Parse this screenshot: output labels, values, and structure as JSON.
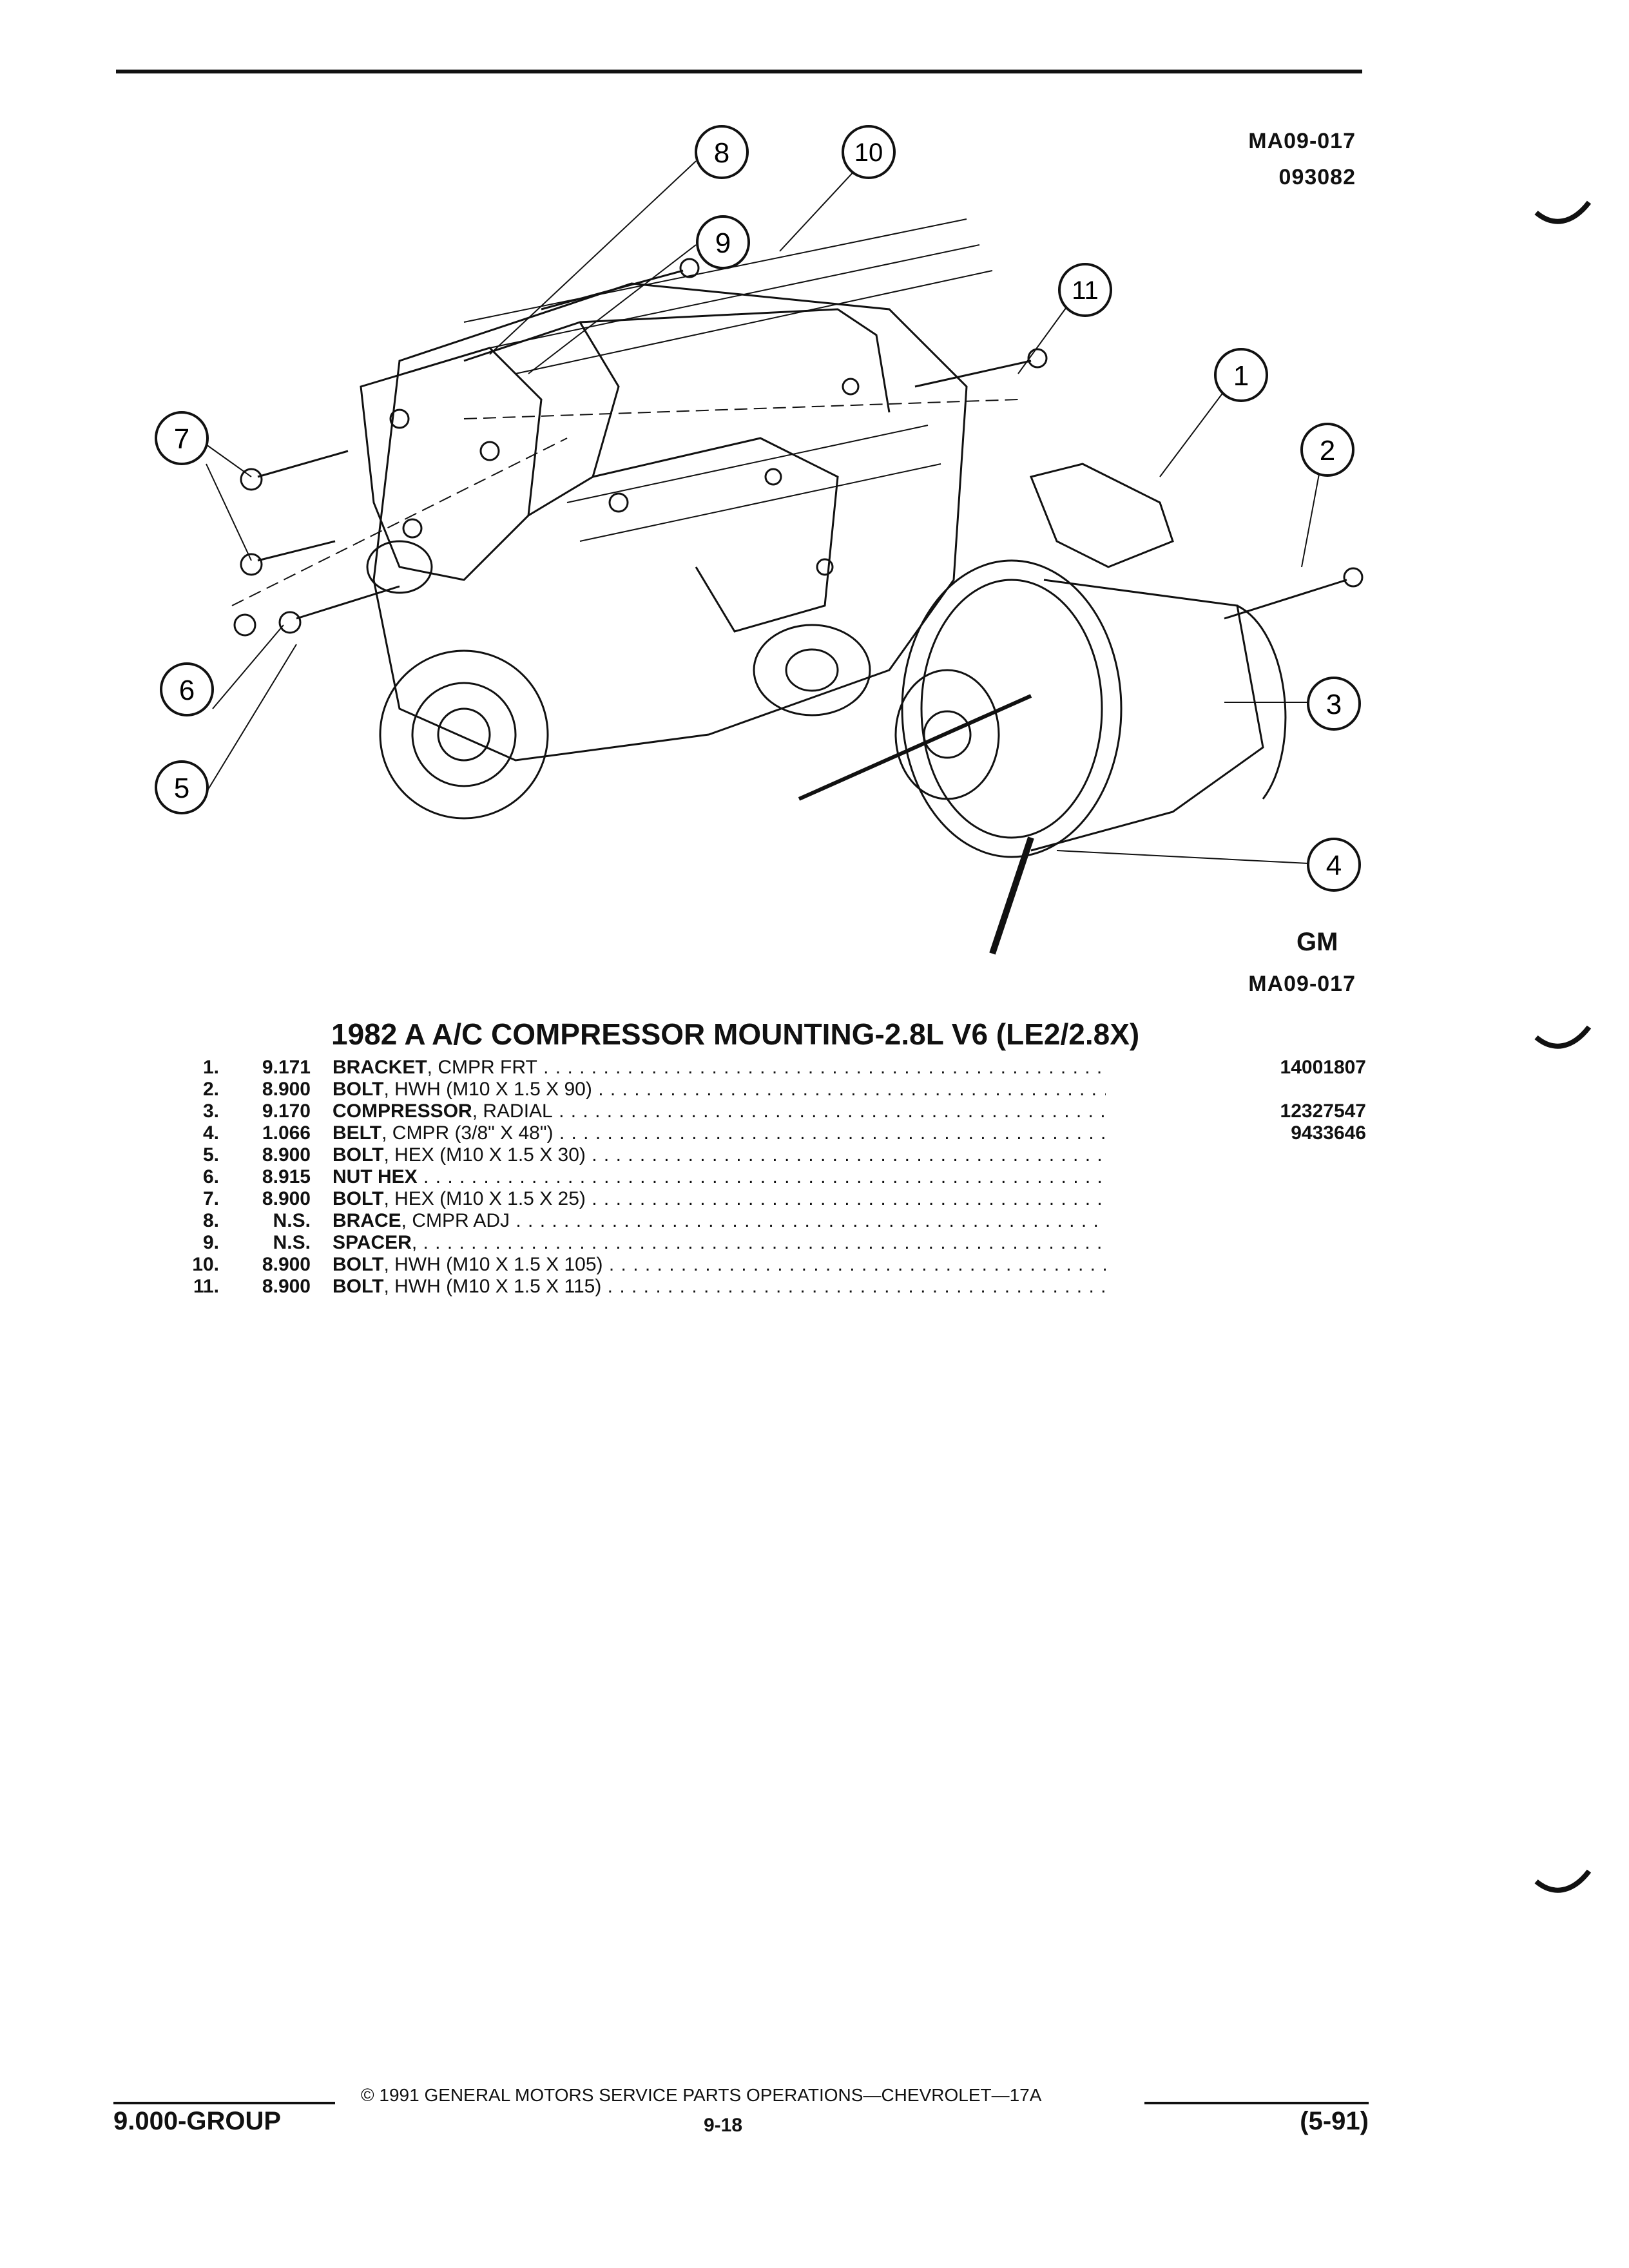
{
  "header": {
    "code_top": "MA09-017",
    "code_date": "093082",
    "code_bottom": "MA09-017",
    "logo": "GM"
  },
  "callouts": [
    "1",
    "2",
    "3",
    "4",
    "5",
    "6",
    "7",
    "8",
    "9",
    "10",
    "11"
  ],
  "title": "1982 A A/C COMPRESSOR MOUNTING-2.8L V6 (LE2/2.8X)",
  "parts": [
    {
      "num": "1.",
      "group": "9.171",
      "name": "BRACKET",
      "qual": ", CMPR FRT",
      "part": "14001807"
    },
    {
      "num": "2.",
      "group": "8.900",
      "name": "BOLT",
      "qual": ", HWH (M10 X 1.5 X 90)",
      "part": ""
    },
    {
      "num": "3.",
      "group": "9.170",
      "name": "COMPRESSOR",
      "qual": ", RADIAL",
      "part": "12327547"
    },
    {
      "num": "4.",
      "group": "1.066",
      "name": "BELT",
      "qual": ", CMPR (3/8\" X 48\")",
      "part": "9433646"
    },
    {
      "num": "5.",
      "group": "8.900",
      "name": "BOLT",
      "qual": ", HEX (M10 X 1.5 X 30)",
      "part": ""
    },
    {
      "num": "6.",
      "group": "8.915",
      "name": "NUT HEX",
      "qual": "",
      "part": ""
    },
    {
      "num": "7.",
      "group": "8.900",
      "name": "BOLT",
      "qual": ", HEX (M10 X 1.5 X 25)",
      "part": ""
    },
    {
      "num": "8.",
      "group": "N.S.",
      "name": "BRACE",
      "qual": ", CMPR ADJ",
      "part": ""
    },
    {
      "num": "9.",
      "group": "N.S.",
      "name": "SPACER",
      "qual": ",",
      "part": ""
    },
    {
      "num": "10.",
      "group": "8.900",
      "name": "BOLT",
      "qual": ", HWH (M10 X 1.5 X 105)",
      "part": ""
    },
    {
      "num": "11.",
      "group": "8.900",
      "name": "BOLT",
      "qual": ", HWH (M10 X 1.5 X 115)",
      "part": ""
    }
  ],
  "footer": {
    "group": "9.000-GROUP",
    "copyright": "© 1991 GENERAL MOTORS SERVICE PARTS OPERATIONS—CHEVROLET—17A",
    "page": "9-18",
    "date": "(5-91)"
  }
}
